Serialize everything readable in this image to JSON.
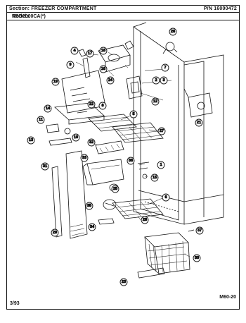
{
  "header": {
    "section_label": "Section:",
    "section_name": "FREEZER COMPARTMENT",
    "part_number_label": "P/N",
    "part_number": "16000472"
  },
  "models": {
    "label": "Models:",
    "value": "RSD2000CA(*)"
  },
  "footer": {
    "date": "3/93",
    "page_code": "M60-20"
  },
  "callouts": [
    {
      "id": "26"
    },
    {
      "id": "17"
    },
    {
      "id": "18"
    },
    {
      "id": "4"
    },
    {
      "id": "9"
    },
    {
      "id": "7"
    },
    {
      "id": "16"
    },
    {
      "id": "19"
    },
    {
      "id": "24"
    },
    {
      "id": "2"
    },
    {
      "id": "3"
    },
    {
      "id": "22"
    },
    {
      "id": "8"
    },
    {
      "id": "12"
    },
    {
      "id": "14"
    },
    {
      "id": "5"
    },
    {
      "id": "21"
    },
    {
      "id": "11"
    },
    {
      "id": "32"
    },
    {
      "id": "27"
    },
    {
      "id": "10"
    },
    {
      "id": "13"
    },
    {
      "id": "33"
    },
    {
      "id": "1"
    },
    {
      "id": "36"
    },
    {
      "id": "31"
    },
    {
      "id": "15"
    },
    {
      "id": "25"
    },
    {
      "id": "35"
    },
    {
      "id": "6"
    },
    {
      "id": "28"
    },
    {
      "id": "29"
    },
    {
      "id": "34"
    },
    {
      "id": "37"
    },
    {
      "id": "30"
    },
    {
      "id": "23"
    }
  ]
}
